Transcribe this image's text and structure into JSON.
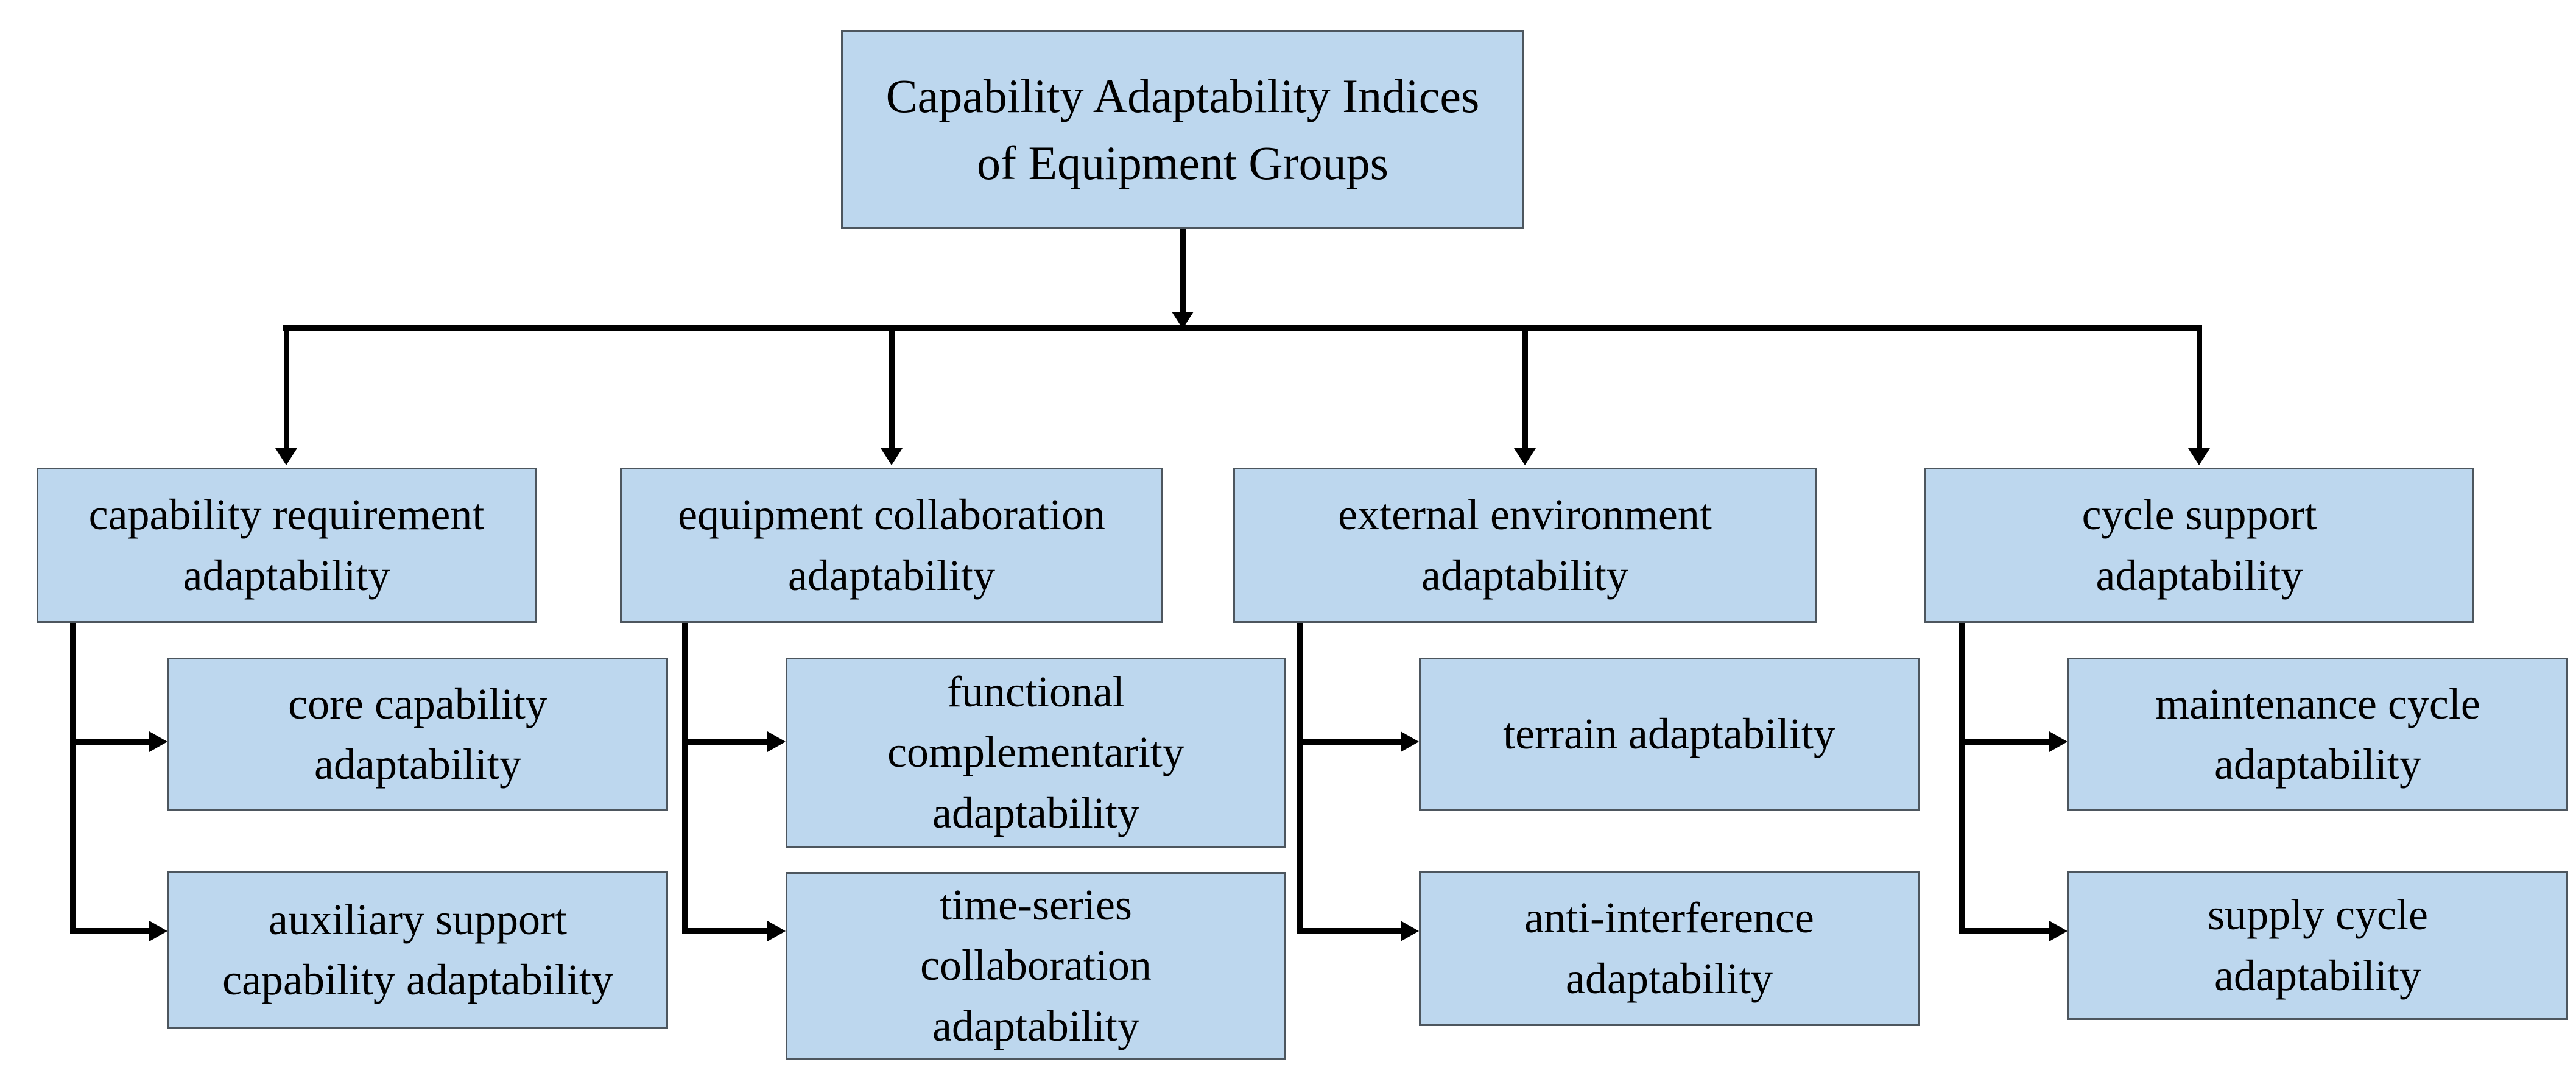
{
  "diagram": {
    "type": "hierarchy-tree",
    "colors": {
      "background": "#FFFFFF",
      "node_fill": "#BDD7EE",
      "node_border": "#4D565E",
      "connector": "#000000",
      "text": "#000000"
    },
    "root": {
      "label": "Capability Adaptability Indices of Equipment Groups",
      "lines": [
        "Capability Adaptability Indices",
        "of Equipment Groups"
      ]
    },
    "branches": [
      {
        "label": "capability requirement adaptability",
        "lines": [
          "capability requirement",
          "adaptability"
        ],
        "children": [
          {
            "label": "core capability adaptability",
            "lines": [
              "core capability",
              "adaptability"
            ]
          },
          {
            "label": "auxiliary support capability adaptability",
            "lines": [
              "auxiliary support",
              "capability adaptability"
            ]
          }
        ]
      },
      {
        "label": "equipment collaboration adaptability",
        "lines": [
          "equipment collaboration",
          "adaptability"
        ],
        "children": [
          {
            "label": "functional complementarity adaptability",
            "lines": [
              "functional",
              "complementarity",
              "adaptability"
            ]
          },
          {
            "label": "time-series collaboration adaptability",
            "lines": [
              "time-series",
              "collaboration",
              "adaptability"
            ]
          }
        ]
      },
      {
        "label": "external environment adaptability",
        "lines": [
          "external environment",
          "adaptability"
        ],
        "children": [
          {
            "label": "terrain adaptability",
            "lines": [
              "terrain adaptability"
            ]
          },
          {
            "label": "anti-interference adaptability",
            "lines": [
              "anti-interference",
              "adaptability"
            ]
          }
        ]
      },
      {
        "label": "cycle support adaptability",
        "lines": [
          "cycle support",
          "adaptability"
        ],
        "children": [
          {
            "label": "maintenance cycle adaptability",
            "lines": [
              "maintenance cycle",
              "adaptability"
            ]
          },
          {
            "label": "supply cycle adaptability",
            "lines": [
              "supply cycle",
              "adaptability"
            ]
          }
        ]
      }
    ]
  }
}
